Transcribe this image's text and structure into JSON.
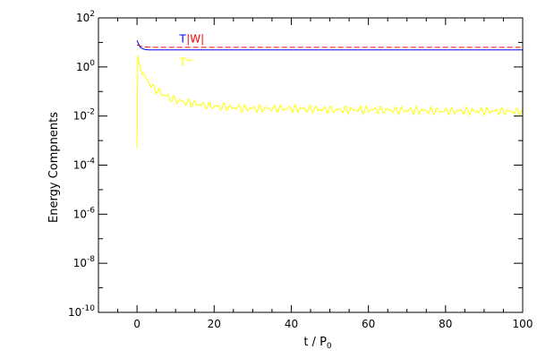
{
  "chart_data": {
    "type": "line",
    "xlabel": "t / P",
    "xlabel_sub": "0",
    "ylabel": "Energy Compnents",
    "xlim": [
      -10,
      100
    ],
    "ylim": [
      1e-10,
      100
    ],
    "yscale": "log",
    "grid": false,
    "x_ticks": [
      0,
      20,
      40,
      60,
      80,
      100
    ],
    "x_tick_labels": [
      "0",
      "20",
      "40",
      "60",
      "80",
      "100"
    ],
    "y_ticks": [
      1e-10,
      1e-08,
      1e-06,
      0.0001,
      0.01,
      1,
      100
    ],
    "y_tick_labels": [
      {
        "base": "10",
        "exp": "-10"
      },
      {
        "base": "10",
        "exp": "-8"
      },
      {
        "base": "10",
        "exp": "-6"
      },
      {
        "base": "10",
        "exp": "-4"
      },
      {
        "base": "10",
        "exp": "-2"
      },
      {
        "base": "10",
        "exp": "0"
      },
      {
        "base": "10",
        "exp": "2"
      }
    ],
    "annotations": [
      {
        "text": "T",
        "x": 11,
        "y": 10,
        "color": "#0000ff"
      },
      {
        "text": "|W|",
        "x": 12.8,
        "y": 10,
        "color": "#ff0000"
      },
      {
        "text": "T",
        "x": 11,
        "y": 1.1,
        "color": "#ffff00"
      },
      {
        "text": "~",
        "x": 12.3,
        "y": 1.3,
        "color": "#ffff00"
      }
    ],
    "series": [
      {
        "color": "#ff0000",
        "dash": true,
        "x": [
          0,
          1,
          2,
          4,
          6,
          10,
          20,
          40,
          60,
          80,
          100
        ],
        "y": [
          8,
          7,
          6.5,
          6.3,
          6.3,
          6.3,
          6.3,
          6.3,
          6.3,
          6.3,
          6.3
        ]
      },
      {
        "color": "#0000ff",
        "dash": false,
        "x": [
          0,
          0.5,
          1,
          2,
          3,
          5,
          10,
          20,
          40,
          60,
          80,
          100
        ],
        "y": [
          12,
          8,
          6,
          5.2,
          5.0,
          5.0,
          5.0,
          5.0,
          5.0,
          5.0,
          5.0,
          5.0
        ]
      },
      {
        "color": "#ffff00",
        "dash": false,
        "x": [
          0,
          0.2,
          0.5,
          1,
          2,
          3,
          4,
          5,
          6,
          8,
          10,
          13,
          16,
          20,
          25,
          30,
          40,
          50,
          60,
          70,
          80,
          90,
          100
        ],
        "y": [
          0.0005,
          3,
          1.5,
          0.8,
          0.4,
          0.25,
          0.15,
          0.12,
          0.09,
          0.06,
          0.045,
          0.035,
          0.03,
          0.025,
          0.022,
          0.02,
          0.02,
          0.018,
          0.018,
          0.017,
          0.016,
          0.016,
          0.015
        ],
        "oscillation": 0.35
      }
    ]
  }
}
